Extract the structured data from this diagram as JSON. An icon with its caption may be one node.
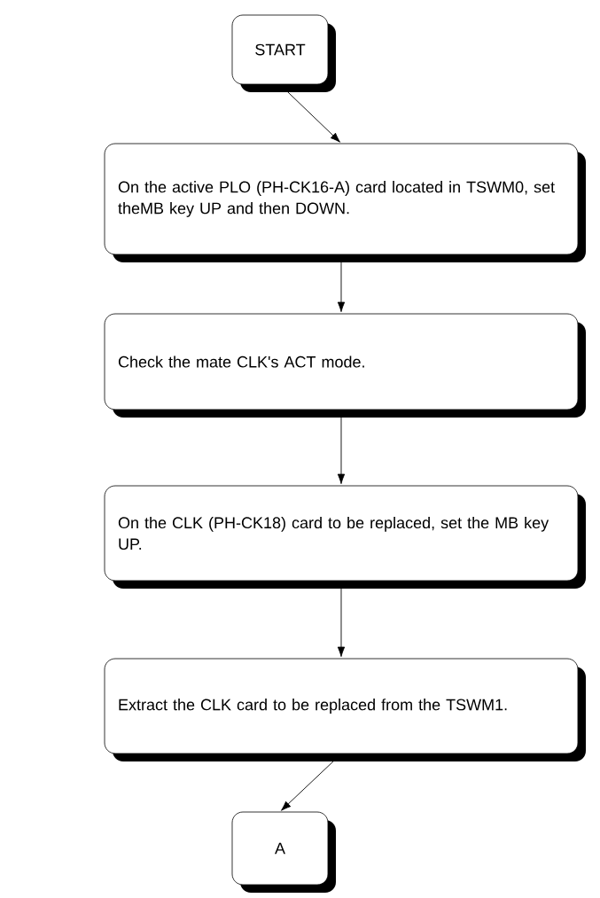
{
  "diagram": {
    "nodes": [
      {
        "text": [
          "START"
        ]
      },
      {
        "text": [
          "On the active PLO (PH-CK16-A) card located in TSWM0, set theMB key UP and then DOWN."
        ]
      },
      {
        "text": [
          "Check the mate CLK's ACT mode."
        ]
      },
      {
        "text": [
          "On the CLK (PH-CK18) card to be replaced, set the MB key UP."
        ]
      },
      {
        "text": [
          "Extract the CLK card to be replaced from the TSWM1."
        ]
      },
      {
        "text": [
          "A"
        ]
      }
    ],
    "edges": [
      {
        "from": 0,
        "to": 1,
        "arrow": "to"
      },
      {
        "from": 1,
        "to": 2,
        "arrow": "to"
      },
      {
        "from": 2,
        "to": 3,
        "arrow": "to"
      },
      {
        "from": 3,
        "to": 4,
        "arrow": "to"
      },
      {
        "from": 4,
        "to": 5,
        "arrow": "to"
      }
    ]
  }
}
